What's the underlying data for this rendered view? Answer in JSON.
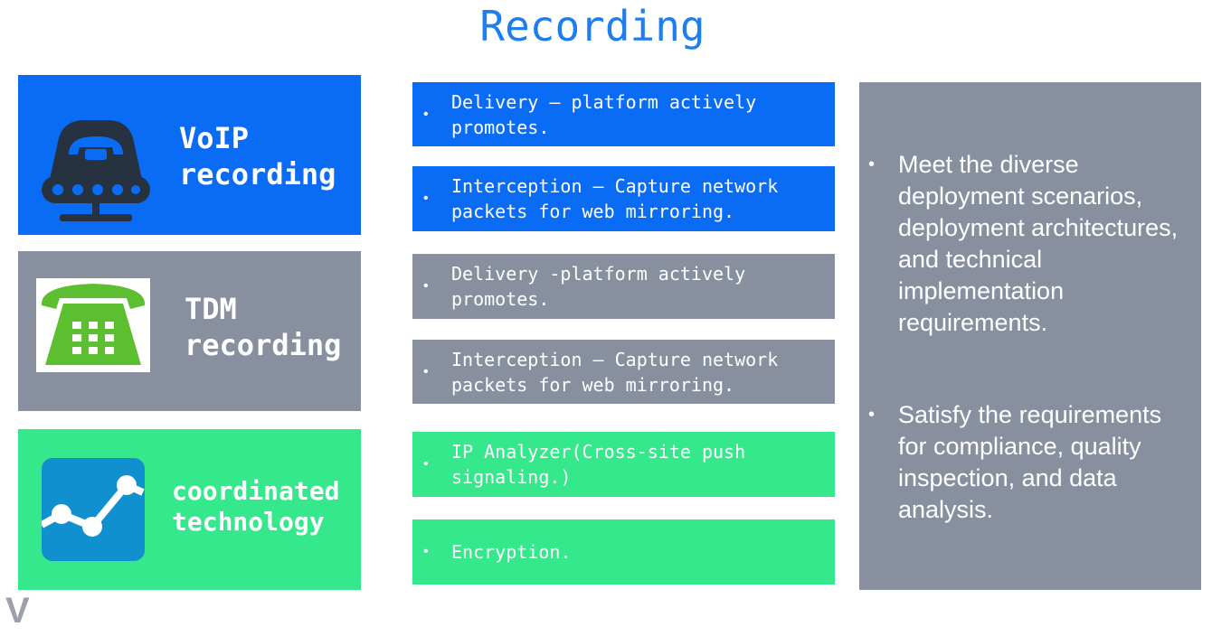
{
  "title": "Recording",
  "colors": {
    "blue": "#0a6cf5",
    "gray": "#8890a0",
    "green": "#35e88c",
    "title_blue": "#1e7ef0"
  },
  "categories": [
    {
      "icon": "voip-phone-icon",
      "lines": [
        "VoIP",
        "recording"
      ]
    },
    {
      "icon": "tdm-telephone-icon",
      "lines": [
        "TDM",
        "recording"
      ]
    },
    {
      "icon": "line-chart-icon",
      "lines": [
        "coordinated",
        "technology"
      ]
    }
  ],
  "features": [
    {
      "bullet": "•",
      "lines": [
        "Delivery – platform actively",
        "promotes."
      ]
    },
    {
      "bullet": "•",
      "lines": [
        "Interception – Capture network",
        "packets for web mirroring."
      ]
    },
    {
      "bullet": "•",
      "lines": [
        "Delivery -platform actively promotes."
      ]
    },
    {
      "bullet": "•",
      "lines": [
        "Interception – Capture network",
        "packets for web mirroring."
      ]
    },
    {
      "bullet": "•",
      "lines": [
        "IP Analyzer(Cross-site push",
        "signaling.)"
      ]
    },
    {
      "bullet": "•",
      "lines": [
        "Encryption."
      ]
    }
  ],
  "summary": [
    {
      "bullet": "•",
      "text": "Meet the diverse deployment scenarios, deployment architectures, and technical implementation requirements."
    },
    {
      "bullet": "•",
      "text": "Satisfy the requirements for compliance, quality inspection, and data analysis."
    }
  ],
  "corner_mark": "V"
}
